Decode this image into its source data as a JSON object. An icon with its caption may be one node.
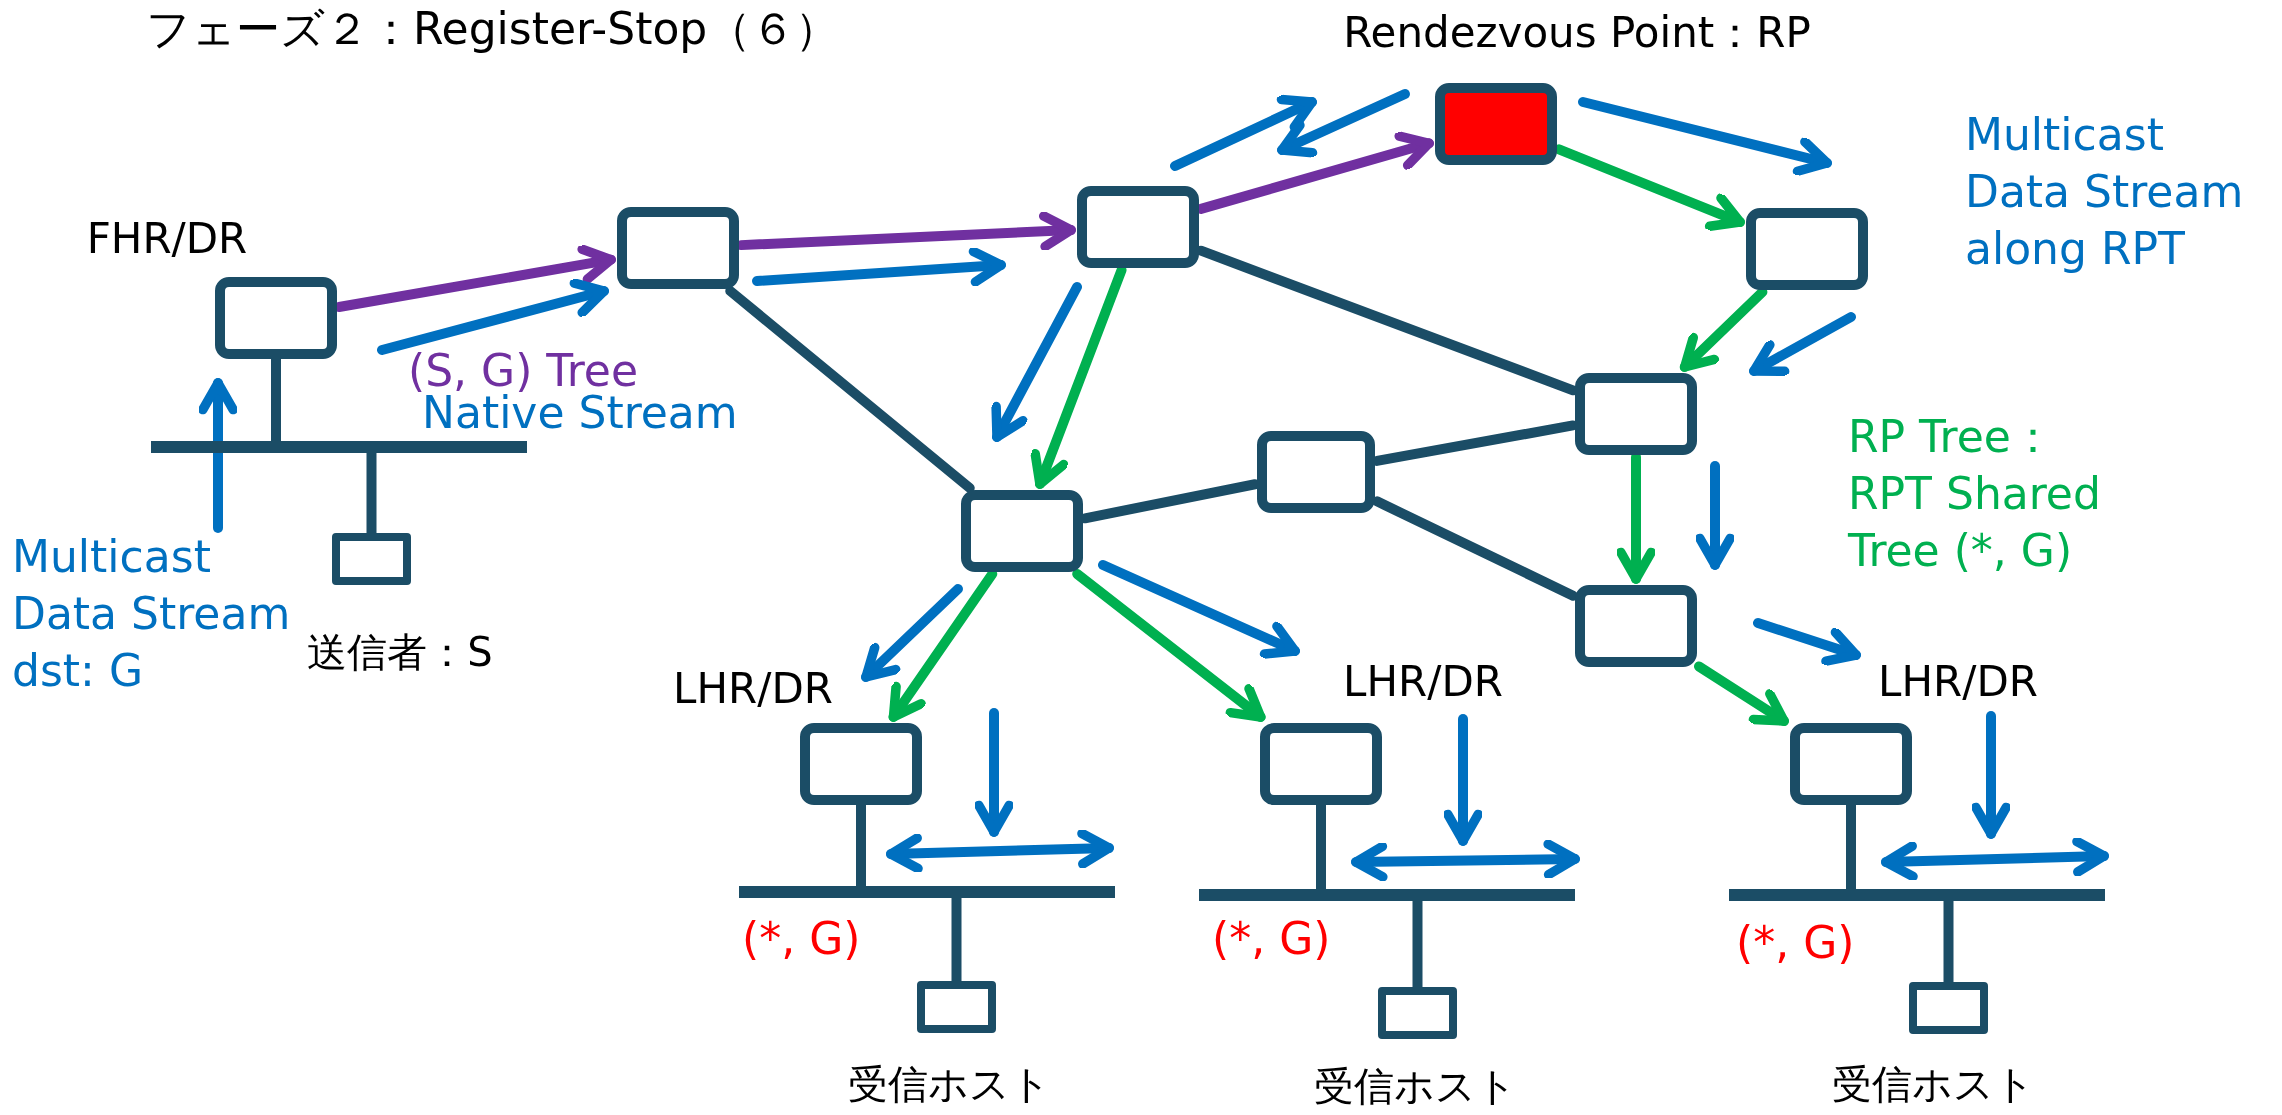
{
  "diagram": {
    "title": "フェーズ２：Register-Stop（６）",
    "nodes": [
      {
        "text": [],
        "shape": "box",
        "beside": [
          "Rendezvous Point：RP"
        ]
      },
      {
        "text": [],
        "shape": "box",
        "beside": [
          "FHR/DR"
        ]
      },
      {
        "text": [],
        "shape": "box"
      },
      {
        "text": [],
        "shape": "box"
      },
      {
        "text": [],
        "shape": "box"
      },
      {
        "text": [],
        "shape": "box"
      },
      {
        "text": [],
        "shape": "box"
      },
      {
        "text": [],
        "shape": "bar"
      },
      {
        "text": [],
        "shape": "box",
        "beside": [
          "送信者：S"
        ]
      },
      {
        "text": [],
        "shape": "box"
      },
      {
        "text": [],
        "shape": "box"
      },
      {
        "text": [],
        "shape": "box",
        "beside": [
          "LHR/DR"
        ]
      },
      {
        "text": [],
        "shape": "box",
        "beside": [
          "LHR/DR"
        ]
      },
      {
        "text": [],
        "shape": "box",
        "beside": [
          "LHR/DR"
        ]
      },
      {
        "text": [],
        "shape": "bar"
      },
      {
        "text": [],
        "shape": "bar"
      },
      {
        "text": [],
        "shape": "bar"
      },
      {
        "text": [],
        "shape": "box",
        "beside": [
          "受信ホスト"
        ]
      },
      {
        "text": [],
        "shape": "box",
        "beside": [
          "受信ホスト"
        ]
      },
      {
        "text": [],
        "shape": "box",
        "beside": [
          "受信ホスト"
        ]
      }
    ],
    "edges": [
      {
        "from": 1,
        "to": 2,
        "arrow": "to",
        "color": "#7030a0"
      },
      {
        "from": 2,
        "to": 3,
        "arrow": "to",
        "color": "#7030a0"
      },
      {
        "from": 3,
        "to": 0,
        "arrow": "to",
        "color": "#7030a0"
      },
      {
        "from": 0,
        "to": 4,
        "arrow": "to",
        "color": "#00b050"
      },
      {
        "from": 4,
        "to": 5,
        "arrow": "to",
        "color": "#00b050"
      },
      {
        "from": 5,
        "to": 10,
        "arrow": "to",
        "color": "#00b050"
      },
      {
        "from": 3,
        "to": 9,
        "arrow": "to",
        "color": "#00b050"
      },
      {
        "from": 9,
        "to": 11,
        "arrow": "to",
        "color": "#00b050"
      },
      {
        "from": 9,
        "to": 12,
        "arrow": "to",
        "color": "#00b050"
      },
      {
        "from": 10,
        "to": 13,
        "arrow": "to",
        "color": "#00b050"
      },
      {
        "from": 2,
        "to": 9,
        "arrow": "none"
      },
      {
        "from": 3,
        "to": 5,
        "arrow": "none"
      },
      {
        "from": 9,
        "to": 6,
        "arrow": "none"
      },
      {
        "from": 6,
        "to": 5,
        "arrow": "none"
      },
      {
        "from": 6,
        "to": 10,
        "arrow": "none"
      },
      {
        "from": 1,
        "to": 7,
        "arrow": "none"
      },
      {
        "from": 7,
        "to": 8,
        "arrow": "none"
      },
      {
        "from": 11,
        "to": 14,
        "arrow": "none"
      },
      {
        "from": 14,
        "to": 17,
        "arrow": "none"
      },
      {
        "from": 12,
        "to": 15,
        "arrow": "none"
      },
      {
        "from": 15,
        "to": 18,
        "arrow": "none"
      },
      {
        "from": 13,
        "to": 16,
        "arrow": "none"
      },
      {
        "from": 16,
        "to": 19,
        "arrow": "none"
      }
    ],
    "labels": [
      "Multicast Data Stream along RPT",
      "(S, G) Tree",
      "Native Stream",
      "RP Tree：RPT Shared Tree (*, G)",
      "Multicast Data Stream dst: G",
      "(*, G)",
      "(*, G)",
      "(*, G)"
    ]
  }
}
